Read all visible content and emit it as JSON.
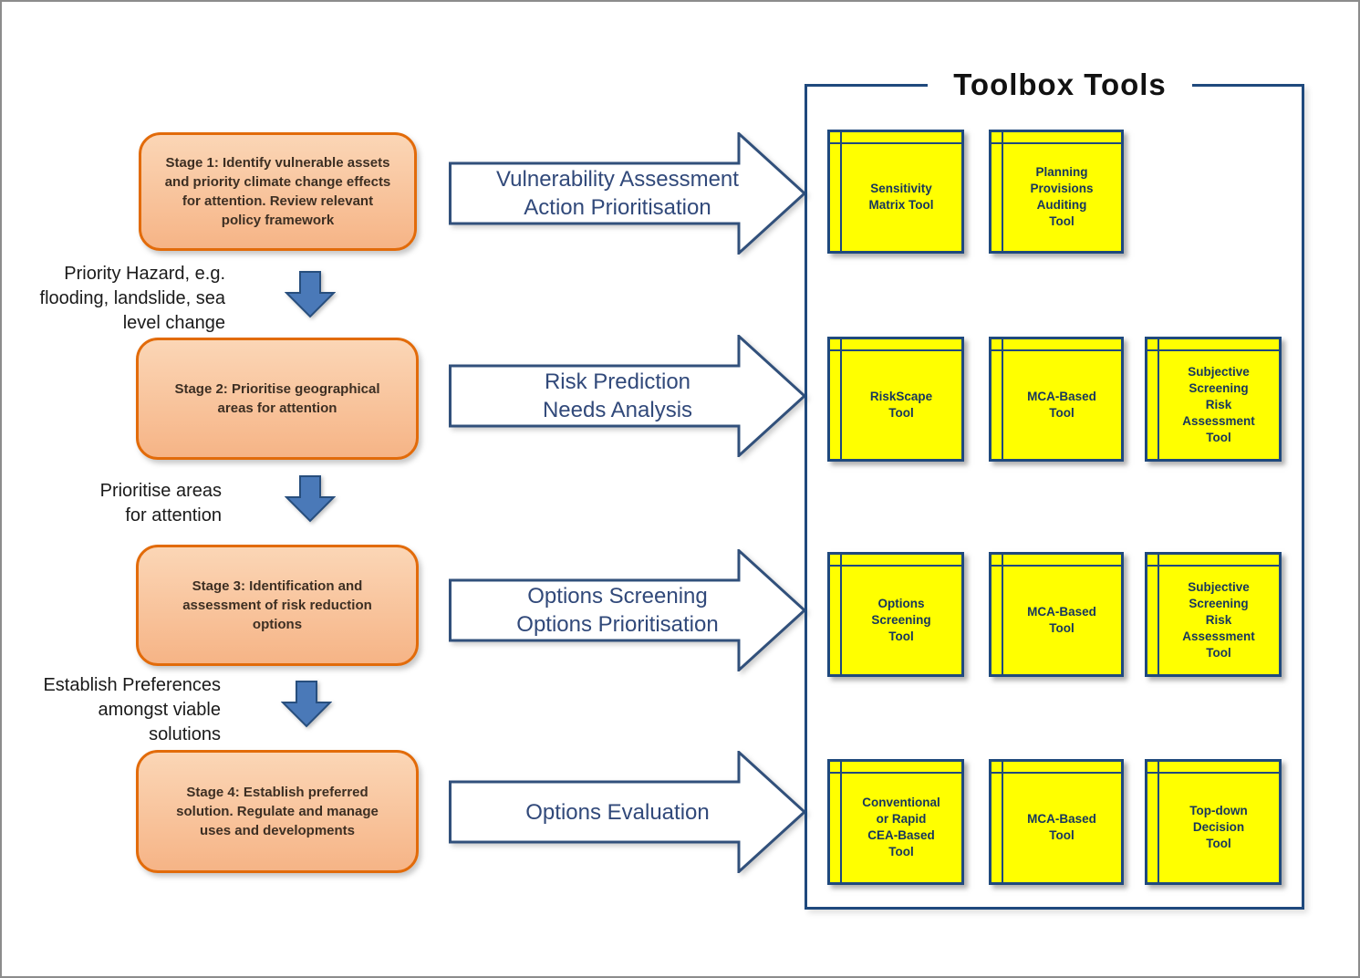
{
  "colors": {
    "stage_fill": "#FAC49C",
    "stage_border": "#E26B0A",
    "tool_fill": "#FFFF00",
    "outline_blue": "#1F497D",
    "down_arrow_fill": "#4A79B8",
    "flow_arrow_fill": "#FFFFFF"
  },
  "stages": [
    "Stage 1: Identify vulnerable assets\nand priority climate change effects\nfor attention. Review relevant\npolicy framework",
    "Stage 2: Prioritise geographical\nareas for attention",
    "Stage 3: Identification and\nassessment of risk reduction\noptions",
    "Stage 4: Establish preferred\nsolution. Regulate and manage\nuses and developments"
  ],
  "between_labels": [
    "Priority Hazard, e.g.\nflooding, landslide, sea\nlevel change",
    "Prioritise areas\nfor attention",
    "Establish Preferences\namongst viable\nsolutions"
  ],
  "flow_arrows": [
    {
      "line1": "Vulnerability Assessment",
      "line2": "Action Prioritisation"
    },
    {
      "line1": "Risk Prediction",
      "line2": "Needs Analysis"
    },
    {
      "line1": "Options Screening",
      "line2": "Options Prioritisation"
    },
    {
      "line1": "Options Evaluation",
      "line2": ""
    }
  ],
  "toolbox": {
    "title": "Toolbox Tools",
    "rows": [
      [
        "Sensitivity\nMatrix Tool",
        "Planning\nProvisions\nAuditing\nTool"
      ],
      [
        "RiskScape\nTool",
        "MCA-Based\nTool",
        "Subjective\nScreening\nRisk\nAssessment\nTool"
      ],
      [
        "Options\nScreening\nTool",
        "MCA-Based\nTool",
        "Subjective\nScreening\nRisk\nAssessment\nTool"
      ],
      [
        "Conventional\nor Rapid\nCEA-Based\nTool",
        "MCA-Based\nTool",
        "Top-down\nDecision\nTool"
      ]
    ]
  }
}
